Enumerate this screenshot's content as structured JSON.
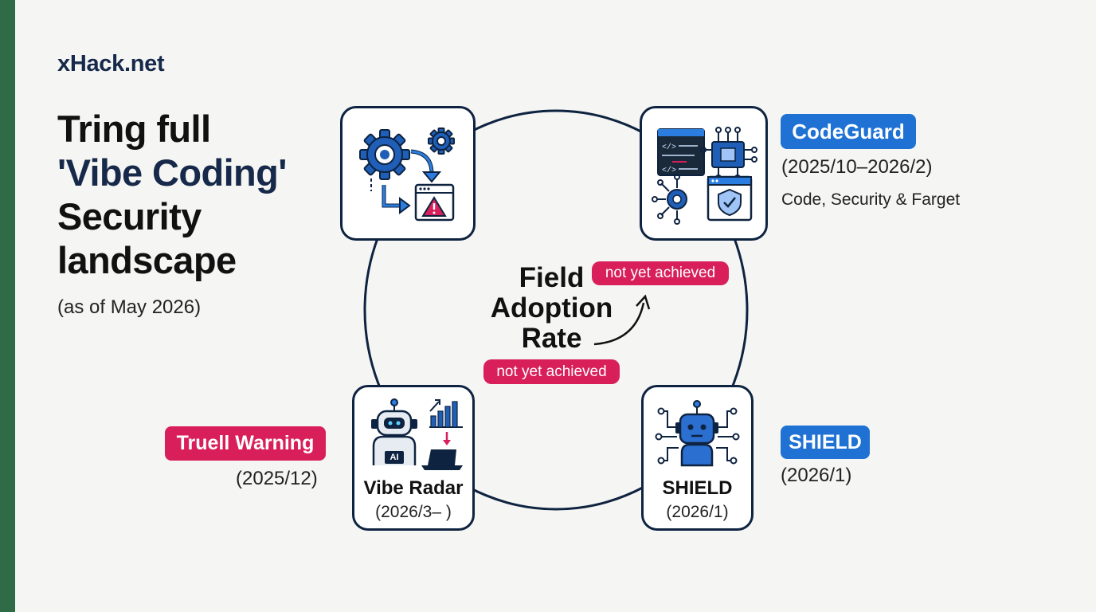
{
  "site": {
    "name": "xHack.net"
  },
  "headline": {
    "line1": "Tring full",
    "line2": "'Vibe Coding'",
    "line3": "Security",
    "line4": "landscape",
    "as_of": "(as of May 2026)"
  },
  "center": {
    "metric_line1": "Field",
    "metric_line2": "Adoption",
    "metric_line3": "Rate",
    "status_top": "not yet achieved",
    "status_bottom": "not yet achieved"
  },
  "codeguard": {
    "name": "CodeGuard",
    "period": "(2025/10–2026/2)",
    "description": "Code, Security & Farget",
    "icon": "code-window-chip-shield-icon"
  },
  "workflow": {
    "icon": "gears-workflow-warning-icon"
  },
  "vibe_radar": {
    "card_label": "Vibe Radar",
    "card_date": "(2026/3– )",
    "chip_label": "AI",
    "icon": "ai-robot-chart-laptop-icon"
  },
  "truell": {
    "name": "Truell Warning",
    "date": "(2025/12)"
  },
  "shield": {
    "card_label": "SHIELD",
    "card_date": "(2026/1)",
    "badge": "SHIELD",
    "badge_date": "(2026/1)",
    "icon": "robot-network-icon"
  },
  "colors": {
    "navy": "#0e2340",
    "blue": "#1f72d4",
    "pink": "#d81f5a",
    "green": "#2f6b46"
  }
}
